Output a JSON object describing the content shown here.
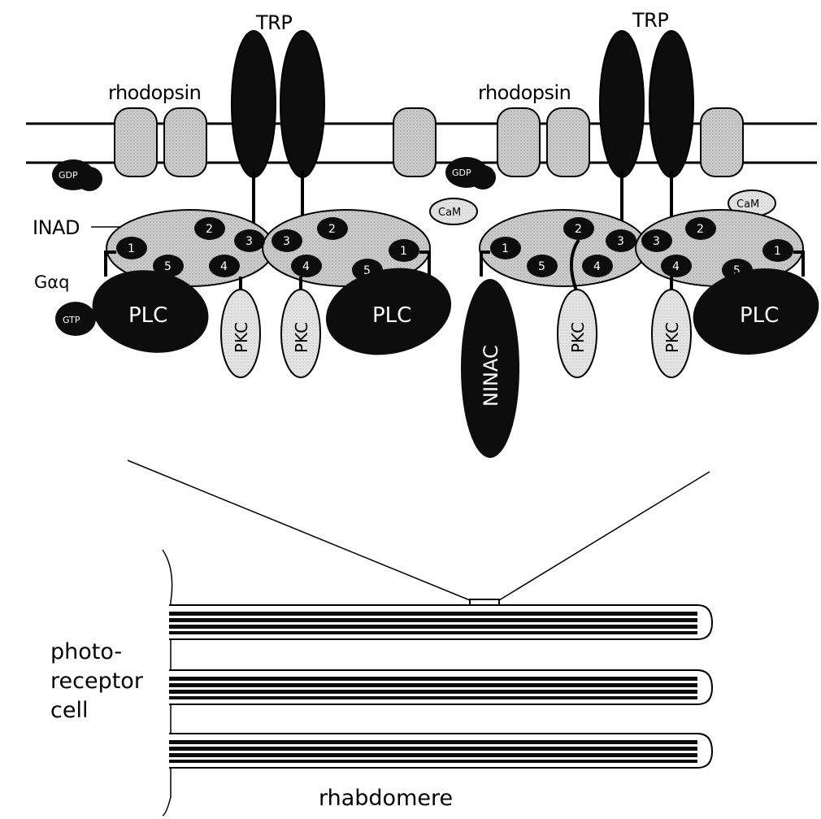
{
  "labels": {
    "trp": "TRP",
    "rhodopsin": "rhodopsin",
    "inad": "INAD",
    "gaq": "Gαq",
    "gdp": "GDP",
    "gtp": "GTP",
    "cam": "CaM",
    "plc": "PLC",
    "pkc": "PKC",
    "ninac": "NINAC",
    "photoreceptor_line1": "photo-",
    "photoreceptor_line2": "receptor",
    "photoreceptor_line3": "cell",
    "rhabdomere": "rhabdomere"
  },
  "pdz_domains": [
    "1",
    "2",
    "3",
    "4",
    "5"
  ],
  "colors": {
    "dark": "#0d0d0d",
    "stipple_light": "#cfcfcf",
    "stipple_inad": "#b9b9b9",
    "background": "#ffffff"
  }
}
